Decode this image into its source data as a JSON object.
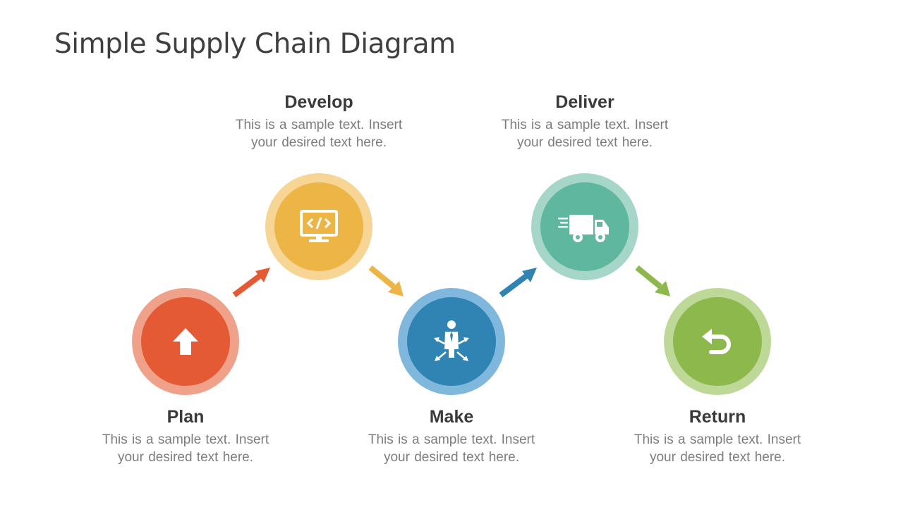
{
  "title": "Simple Supply Chain Diagram",
  "steps": [
    {
      "label": "Plan",
      "desc_line1": "This is a sample text.  Insert",
      "desc_line2": "your desired text here.",
      "icon": "arrow-up-icon",
      "ring_color": "#F0A18A",
      "core_color": "#E35A34"
    },
    {
      "label": "Develop",
      "desc_line1": "This is a sample text.  Insert",
      "desc_line2": "your desired text here.",
      "icon": "code-monitor-icon",
      "ring_color": "#F6D595",
      "core_color": "#EDB446"
    },
    {
      "label": "Make",
      "desc_line1": "This is a sample text.  Insert",
      "desc_line2": "your desired text here.",
      "icon": "businessman-network-icon",
      "ring_color": "#7FB8DC",
      "core_color": "#2F84B3"
    },
    {
      "label": "Deliver",
      "desc_line1": "This is a sample text.  Insert",
      "desc_line2": "your desired text here.",
      "icon": "delivery-truck-icon",
      "ring_color": "#A5D6C8",
      "core_color": "#5FB7A0"
    },
    {
      "label": "Return",
      "desc_line1": "This is a sample text.  Insert",
      "desc_line2": "your desired text here.",
      "icon": "return-arrow-icon",
      "ring_color": "#BDD897",
      "core_color": "#8DB84C"
    }
  ],
  "connectors": [
    {
      "icon": "arrow-up-right-icon",
      "color": "#E35A34"
    },
    {
      "icon": "arrow-down-right-icon",
      "color": "#EDB446"
    },
    {
      "icon": "arrow-up-right-icon",
      "color": "#2F84B3"
    },
    {
      "icon": "arrow-down-right-icon",
      "color": "#8DB84C"
    }
  ]
}
